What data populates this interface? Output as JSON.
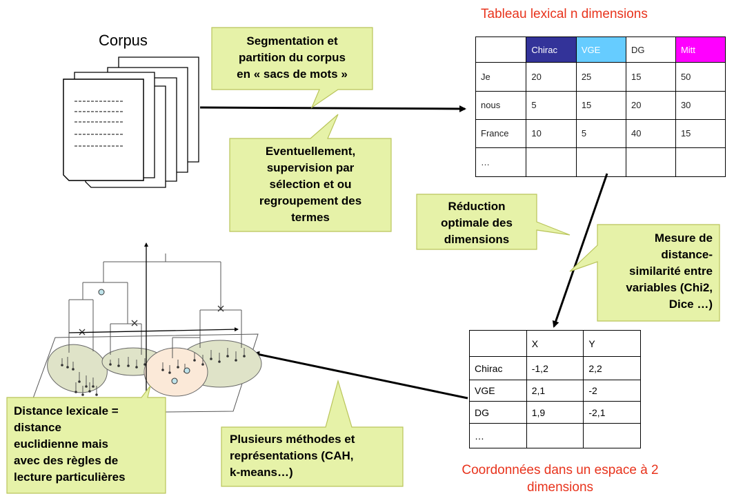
{
  "corpus_label": "Corpus",
  "callouts": {
    "segmentation": [
      "Segmentation et",
      "partition du corpus",
      "en « sacs de mots »"
    ],
    "supervision": [
      "Eventuellement,",
      "supervision  par",
      "sélection et ou",
      "regroupement des",
      "termes"
    ],
    "reduction": [
      "Réduction",
      "optimale des",
      "dimensions"
    ],
    "mesure": [
      "Mesure de",
      "distance-",
      "similarité entre",
      "variables (Chi2,",
      "Dice …)"
    ],
    "methodes": [
      "Plusieurs méthodes et",
      "représentations (CAH,",
      "k-means…)"
    ],
    "distance": [
      "Distance lexicale =",
      "distance",
      "euclidienne mais",
      "avec des règles de",
      "lecture particulières"
    ]
  },
  "lexical_table": {
    "title": "Tableau lexical n dimensions",
    "headers": [
      "",
      "Chirac",
      "VGE",
      "DG",
      "Mitt"
    ],
    "header_colors": [
      "#ffffff",
      "#333399",
      "#66ccff",
      "#ffffff",
      "#ff00ff"
    ],
    "rows": [
      [
        "Je",
        "20",
        "25",
        "15",
        "50"
      ],
      [
        "nous",
        "5",
        "15",
        "20",
        "30"
      ],
      [
        "France",
        "10",
        "5",
        "40",
        "15"
      ],
      [
        "…",
        "",
        "",
        "",
        ""
      ]
    ]
  },
  "coord_table": {
    "title_line1": "Coordonnées dans un espace à 2",
    "title_line2": "dimensions",
    "headers": [
      "",
      "X",
      "Y"
    ],
    "rows": [
      [
        "Chirac",
        "-1,2",
        "2,2"
      ],
      [
        "VGE",
        "2,1",
        "-2"
      ],
      [
        "DG",
        "1,9",
        "-2,1"
      ],
      [
        "…",
        "",
        ""
      ]
    ]
  },
  "colors": {
    "callout_fill": "#e6f2a8",
    "callout_stroke": "#b9c45a",
    "title_red": "#e8331c",
    "ellipse_fill": "#dfe3c8",
    "ellipse_peach": "#fbe9d8",
    "node_fill": "#bfe3ea"
  }
}
